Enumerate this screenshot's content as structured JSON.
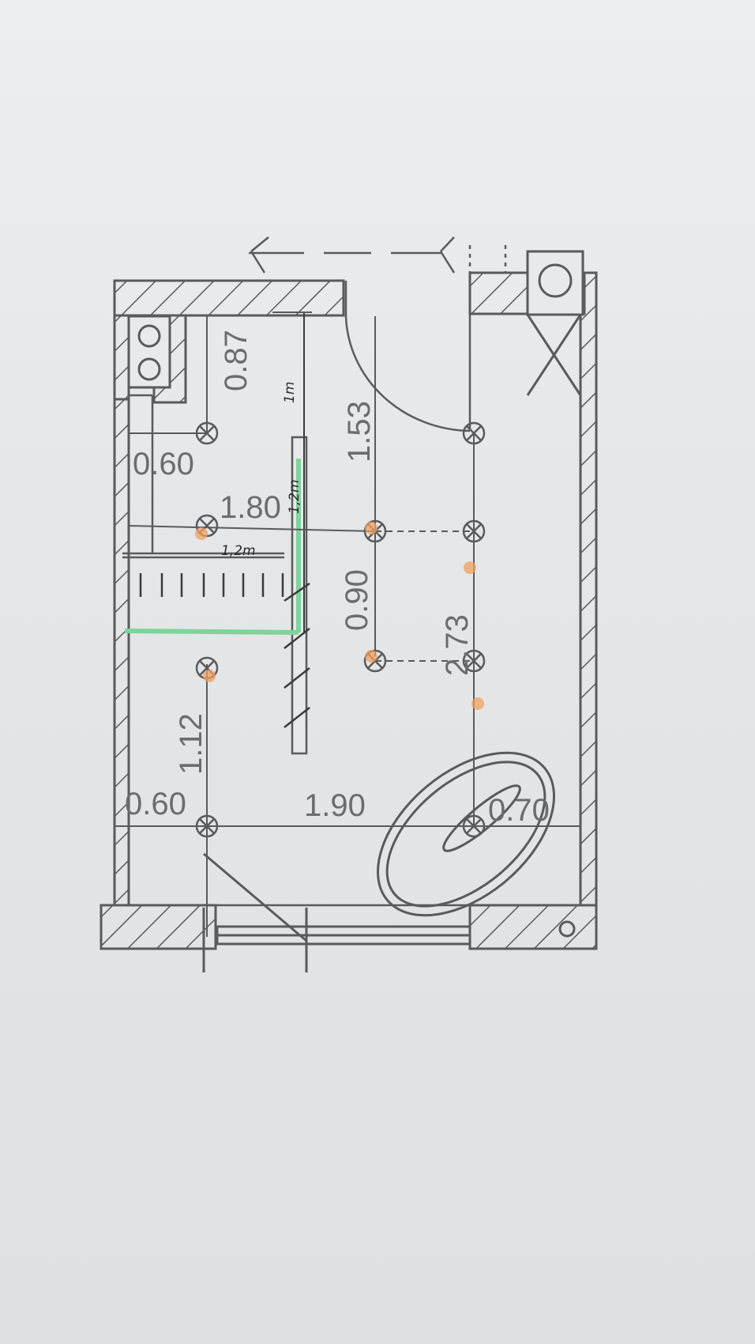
{
  "dimensions": {
    "d_087": "0.87",
    "d_060_top": "0.60",
    "d_180": "1.80",
    "d_153": "1.53",
    "d_090": "0.90",
    "d_273": "2.73",
    "d_112": "1.12",
    "d_060_bottom": "0.60",
    "d_190": "1.90",
    "d_070": "0.70"
  },
  "handwritten": {
    "one_m": "1m",
    "one_two_m_vertical": "1,2m",
    "one_two_m_horizontal": "1,2m"
  },
  "colors": {
    "line": "#5a5a5e",
    "text": "#6c6c70",
    "highlight_green": "#7fd39a",
    "marker_orange": "#f0a060",
    "paper": "#e6e8ea"
  }
}
